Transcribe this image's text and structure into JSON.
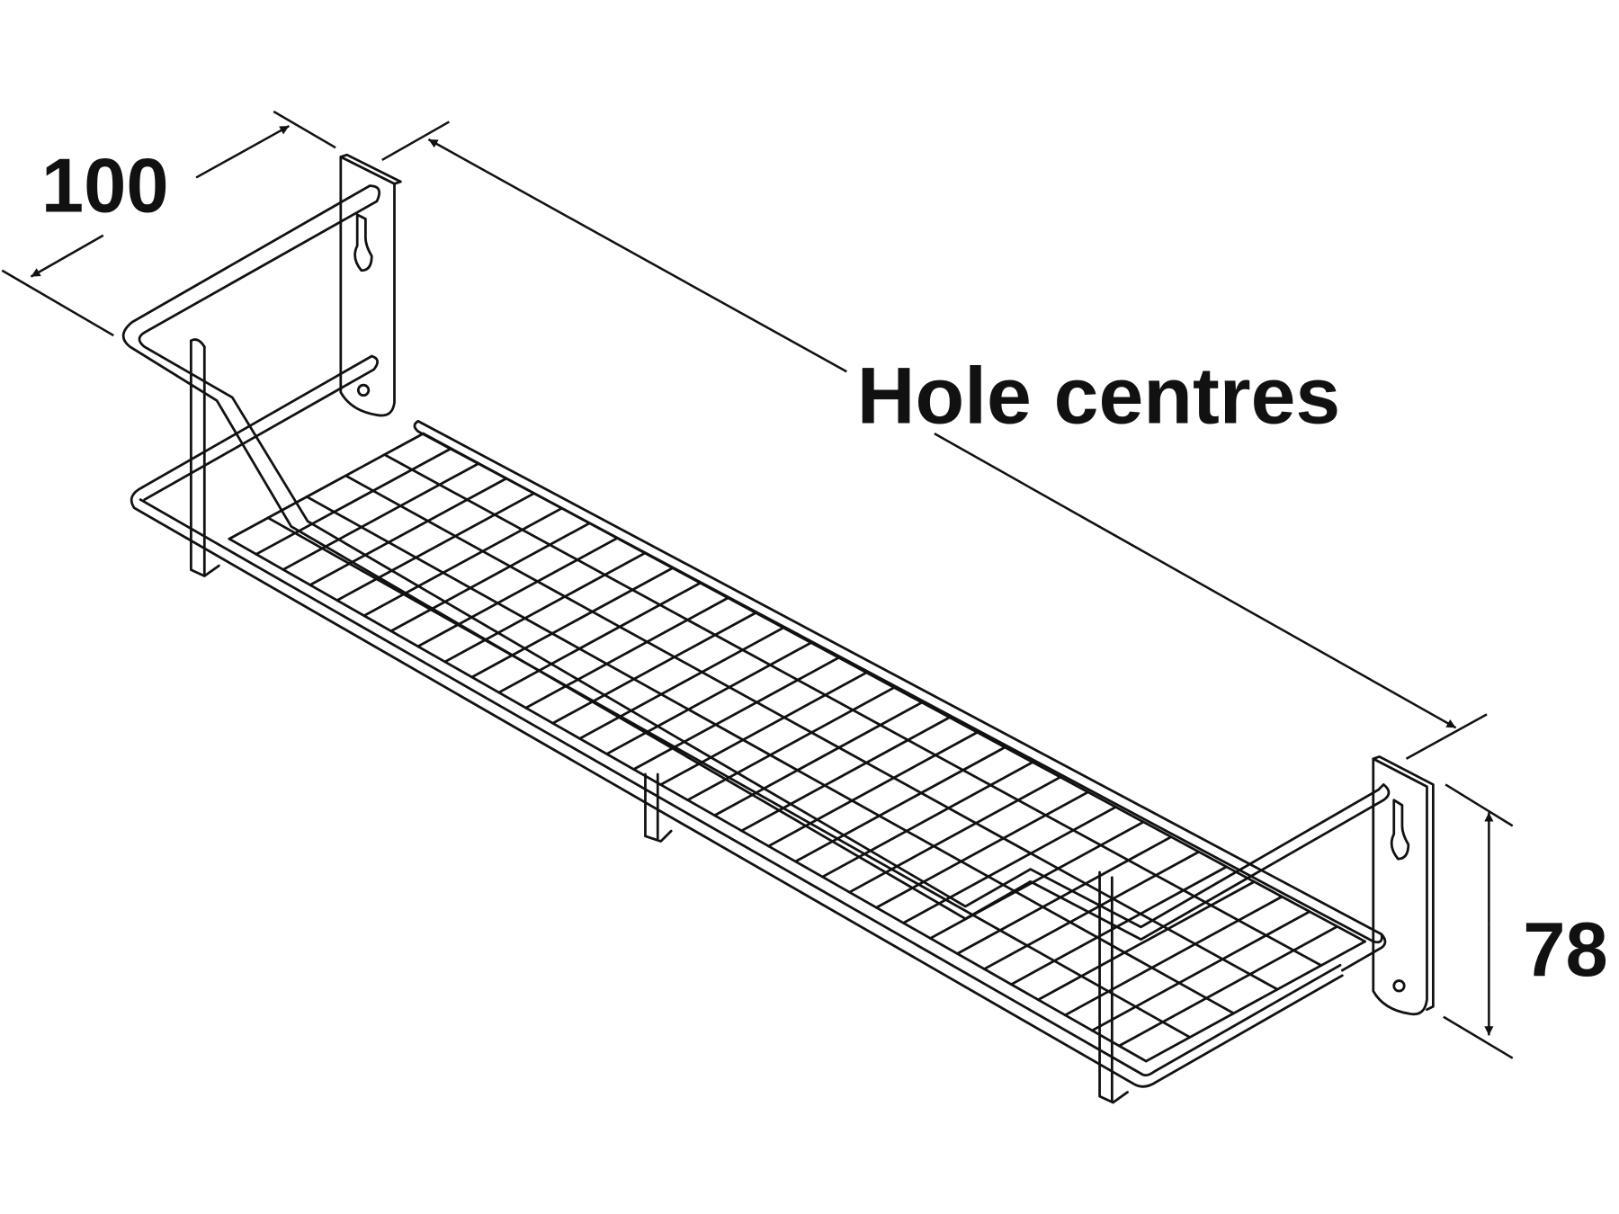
{
  "dimensions": {
    "depth": "100",
    "hole_centres": "Hole centres",
    "height": "78"
  },
  "colors": {
    "line": "#111111",
    "background": "#ffffff"
  }
}
